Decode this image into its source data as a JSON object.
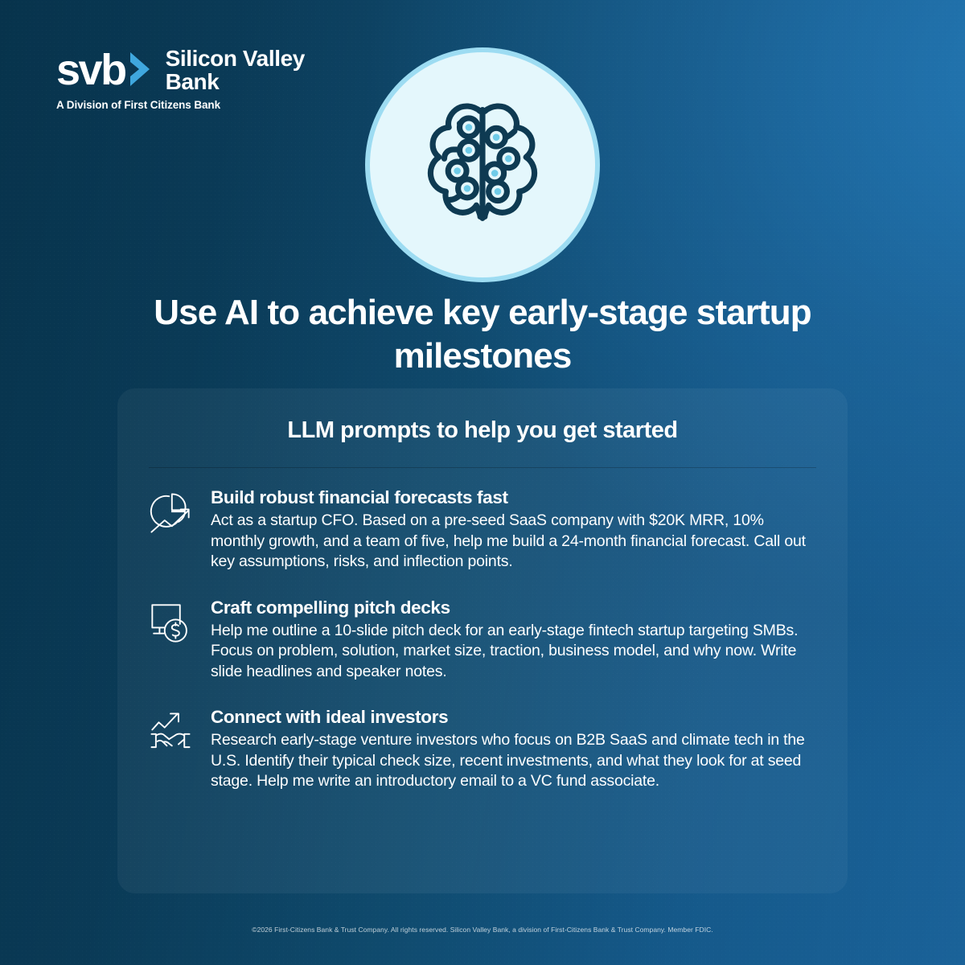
{
  "brand": {
    "wordmark": "svb",
    "chevron_icon": "chevron-right-icon",
    "name_line1": "Silicon Valley",
    "name_line2": "Bank",
    "tagline": "A Division of First Citizens Bank",
    "chevron_color": "#3fa7de",
    "text_color": "#ffffff"
  },
  "hero": {
    "badge_icon": "brain-circuit-icon",
    "badge_fill": "#e4f7fc",
    "badge_ring": "#9ddcf2",
    "badge_stroke": "#0e3a52",
    "badge_node_color": "#6fcbe8",
    "headline": "Use AI to achieve key early-stage startup milestones"
  },
  "card": {
    "title": "LLM prompts to help you get started",
    "prompts": [
      {
        "icon": "pie-chart-growth-icon",
        "heading": "Build robust financial forecasts fast",
        "body": "Act as a startup CFO. Based on a pre-seed SaaS company with $20K MRR, 10% monthly growth, and a team of five, help me build a 24-month financial forecast. Call out key assumptions, risks, and inflection points."
      },
      {
        "icon": "monitor-dollar-icon",
        "heading": "Craft compelling pitch decks",
        "body": "Help me outline a 10-slide pitch deck for an early-stage fintech startup targeting SMBs. Focus on problem, solution, market size, traction, business model, and why now. Write slide headlines and speaker notes."
      },
      {
        "icon": "handshake-growth-icon",
        "heading": "Connect with ideal investors",
        "body": "Research early-stage venture investors who focus on B2B SaaS and climate tech in the U.S. Identify their typical check size, recent investments, and what they look for at seed stage. Help me write an introductory email to a VC fund associate."
      }
    ]
  },
  "footer": {
    "legal": "©2026 First-Citizens Bank & Trust Company. All rights reserved. Silicon Valley Bank, a division of First-Citizens Bank & Trust Company. Member FDIC."
  },
  "theme": {
    "bg_dark": "#07334c",
    "bg_mid": "#0f4a6d",
    "bg_light": "#1a6299",
    "accent_blue": "#3fa7de",
    "ice_blue": "#e4f7fc"
  }
}
